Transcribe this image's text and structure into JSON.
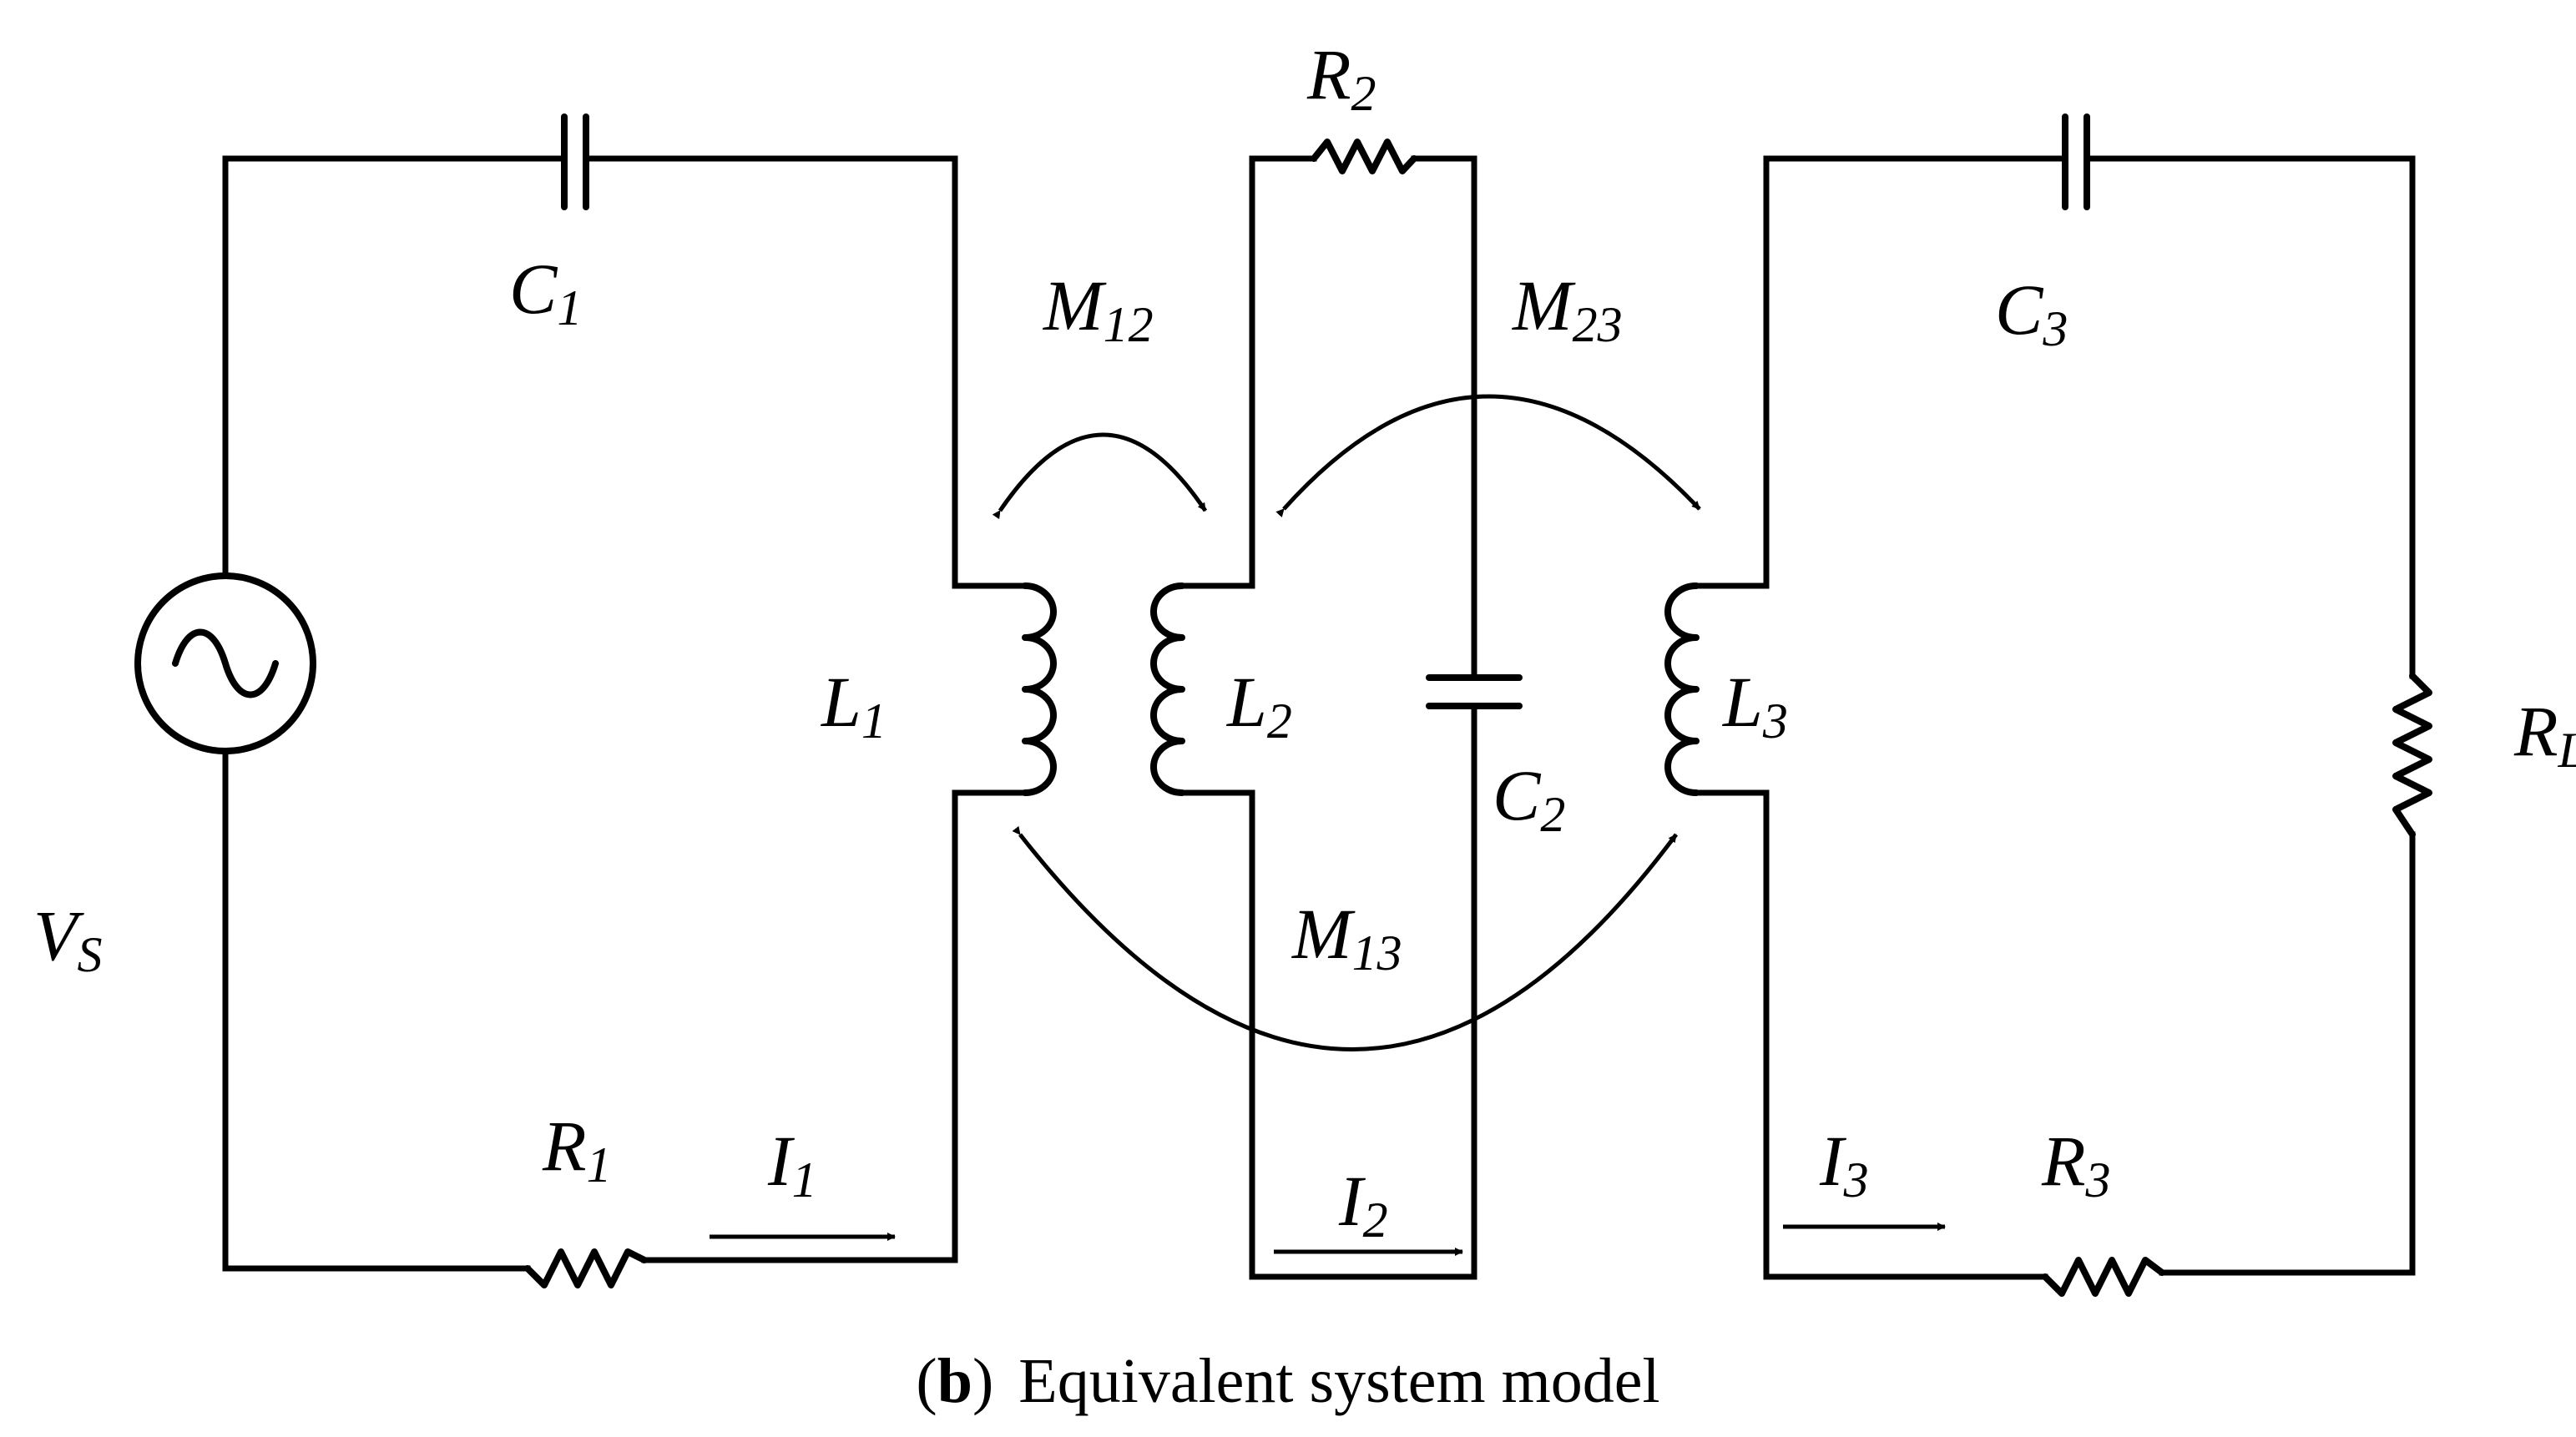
{
  "labels": {
    "C1": {
      "main": "C",
      "sub": "1"
    },
    "C2": {
      "main": "C",
      "sub": "2"
    },
    "C3": {
      "main": "C",
      "sub": "3"
    },
    "R1": {
      "main": "R",
      "sub": "1"
    },
    "R2": {
      "main": "R",
      "sub": "2"
    },
    "R3": {
      "main": "R",
      "sub": "3"
    },
    "RL": {
      "main": "R",
      "sub": "L"
    },
    "L1": {
      "main": "L",
      "sub": "1"
    },
    "L2": {
      "main": "L",
      "sub": "2"
    },
    "L3": {
      "main": "L",
      "sub": "3"
    },
    "M12": {
      "main": "M",
      "sub": "12"
    },
    "M23": {
      "main": "M",
      "sub": "23"
    },
    "M13": {
      "main": "M",
      "sub": "13"
    },
    "I1": {
      "main": "I",
      "sub": "1"
    },
    "I2": {
      "main": "I",
      "sub": "2"
    },
    "I3": {
      "main": "I",
      "sub": "3"
    },
    "VS": {
      "main": "V",
      "sub": "S"
    }
  },
  "caption": {
    "open_paren": "(",
    "letter": "b",
    "close_paren": ")",
    "text": "Equivalent system model"
  }
}
